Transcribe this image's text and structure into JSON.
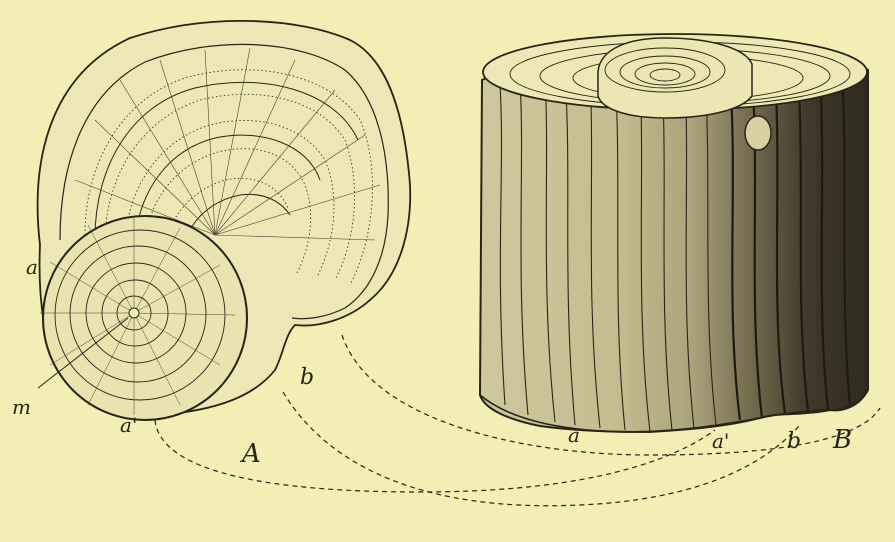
{
  "labels": {
    "fig_A": "A",
    "fig_B": "B",
    "A_a": "a",
    "A_a_prime": "a'",
    "A_b": "b",
    "A_m": "m",
    "B_a": "a",
    "B_a_prime": "a'",
    "B_b": "b"
  },
  "colors": {
    "paper": "#f2eeb4",
    "ink": "#2a2418",
    "bark_light": "#c9c29a",
    "bark_dark": "#3d3526"
  }
}
